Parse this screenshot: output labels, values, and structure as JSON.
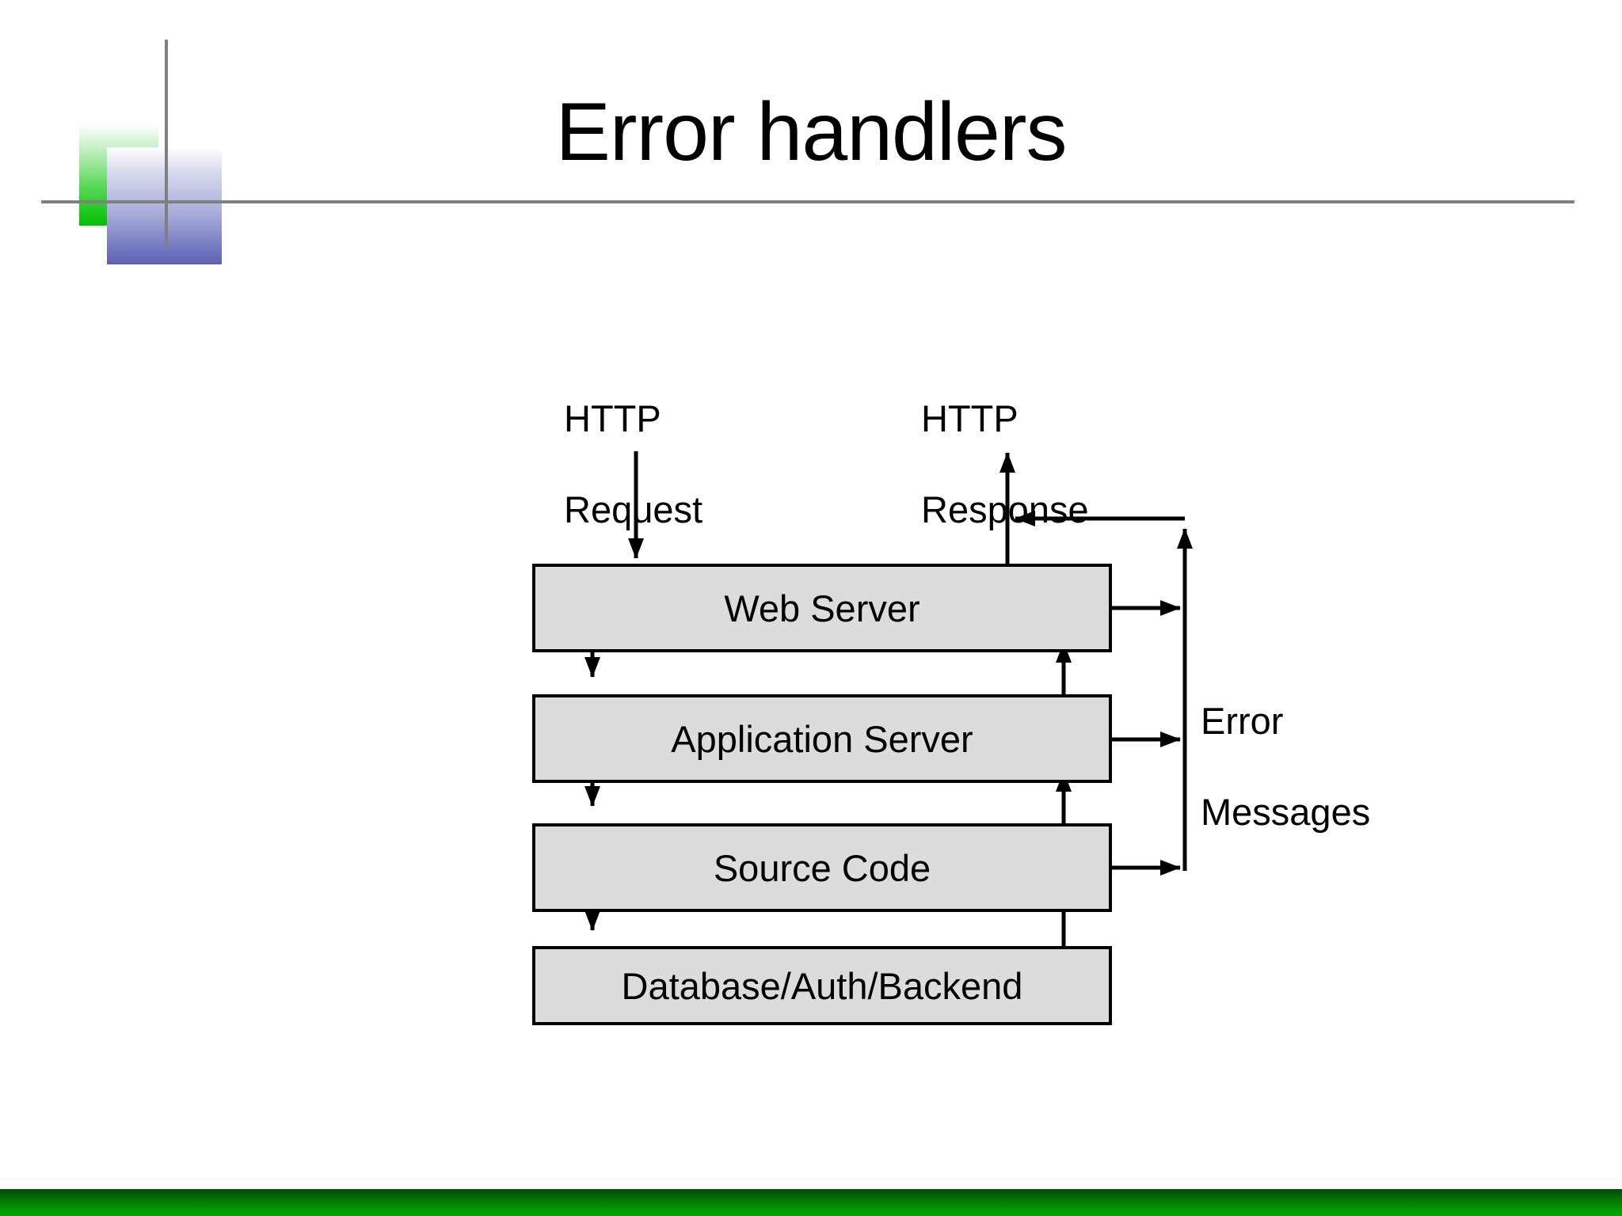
{
  "slide": {
    "title": "Error handlers",
    "background_color": "#ffffff",
    "accent_green": "#00a800",
    "accent_blue": "#5b60b2",
    "rule_color": "#808080"
  },
  "logo": {
    "green_square": "logo-green-square",
    "blue_square": "logo-blue-square",
    "tick_mark": "logo-vertical-tick"
  },
  "diagram": {
    "type": "flow",
    "node_fill": "#dcdcdc",
    "node_stroke": "#000000",
    "nodes": [
      {
        "id": "web-server",
        "label": "Web Server"
      },
      {
        "id": "app-server",
        "label": "Application Server"
      },
      {
        "id": "source-code",
        "label": "Source Code"
      },
      {
        "id": "backend",
        "label": "Database/Auth/Backend"
      }
    ],
    "labels": [
      {
        "id": "http-request",
        "line1": "HTTP",
        "line2": "Request"
      },
      {
        "id": "http-response",
        "line1": "HTTP",
        "line2": "Response"
      },
      {
        "id": "error-messages",
        "line1": "Error",
        "line2": "Messages"
      }
    ],
    "edges": [
      {
        "from": "http-request",
        "to": "web-server",
        "direction": "down"
      },
      {
        "from": "web-server",
        "to": "app-server",
        "direction": "down"
      },
      {
        "from": "app-server",
        "to": "source-code",
        "direction": "down"
      },
      {
        "from": "source-code",
        "to": "backend",
        "direction": "down"
      },
      {
        "from": "backend",
        "to": "source-code",
        "direction": "up"
      },
      {
        "from": "source-code",
        "to": "app-server",
        "direction": "up"
      },
      {
        "from": "app-server",
        "to": "web-server",
        "direction": "up"
      },
      {
        "from": "web-server",
        "to": "http-response",
        "direction": "up"
      },
      {
        "from": "web-server",
        "to": "error-bus",
        "direction": "right"
      },
      {
        "from": "app-server",
        "to": "error-bus",
        "direction": "right"
      },
      {
        "from": "source-code",
        "to": "error-bus",
        "direction": "right"
      },
      {
        "from": "error-bus",
        "to": "http-response",
        "direction": "up-left"
      }
    ]
  }
}
